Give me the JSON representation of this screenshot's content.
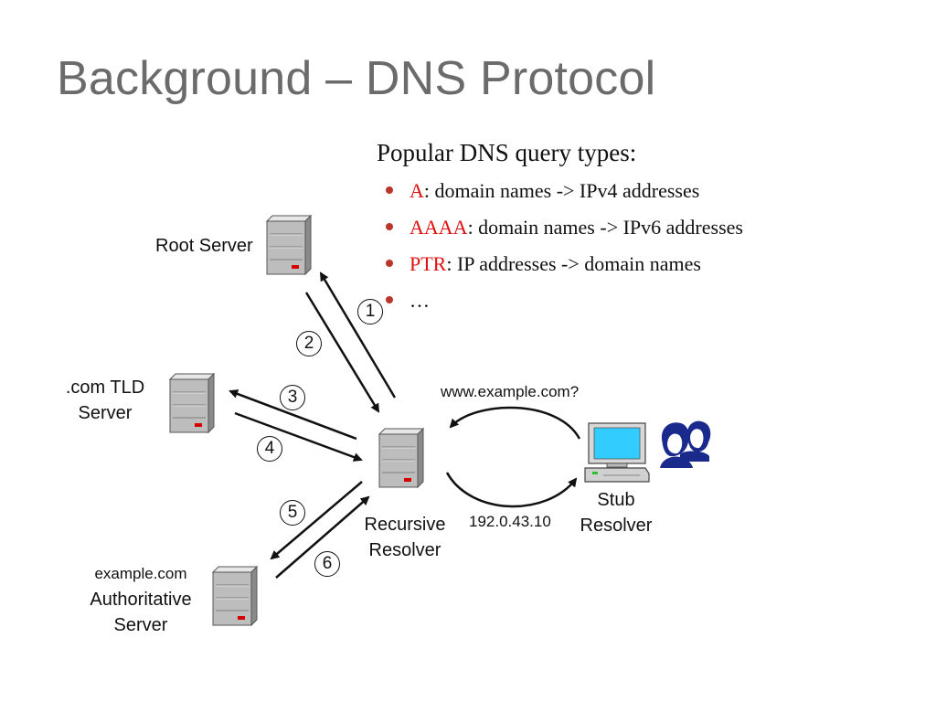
{
  "title": "Background – DNS Protocol",
  "query_types": {
    "heading": "Popular DNS query types:",
    "items": [
      {
        "type": "A",
        "desc": ": domain names -> IPv4 addresses"
      },
      {
        "type": "AAAA",
        "desc": ": domain names -> IPv6 addresses"
      },
      {
        "type": "PTR",
        "desc": ": IP addresses -> domain names"
      },
      {
        "type": "",
        "desc": "…"
      }
    ]
  },
  "nodes": {
    "root": {
      "label": "Root Server"
    },
    "tld": {
      "line1": ".com TLD",
      "line2": "Server"
    },
    "auth": {
      "line1": "example.com",
      "line2": "Authoritative",
      "line3": "Server"
    },
    "recursive": {
      "line1": "Recursive",
      "line2": "Resolver"
    },
    "stub": {
      "line1": "Stub",
      "line2": "Resolver"
    }
  },
  "messages": {
    "query": "www.example.com?",
    "answer": "192.0.43.10"
  },
  "steps": [
    "1",
    "2",
    "3",
    "4",
    "5",
    "6"
  ],
  "colors": {
    "title": "#6b6b6b",
    "query_type": "#e01010",
    "bullet": "#b8352a",
    "server_body": "#bdbdbd",
    "server_led": "#d40000",
    "monitor_screen": "#33ccff",
    "user_icon": "#1a2a8c"
  }
}
